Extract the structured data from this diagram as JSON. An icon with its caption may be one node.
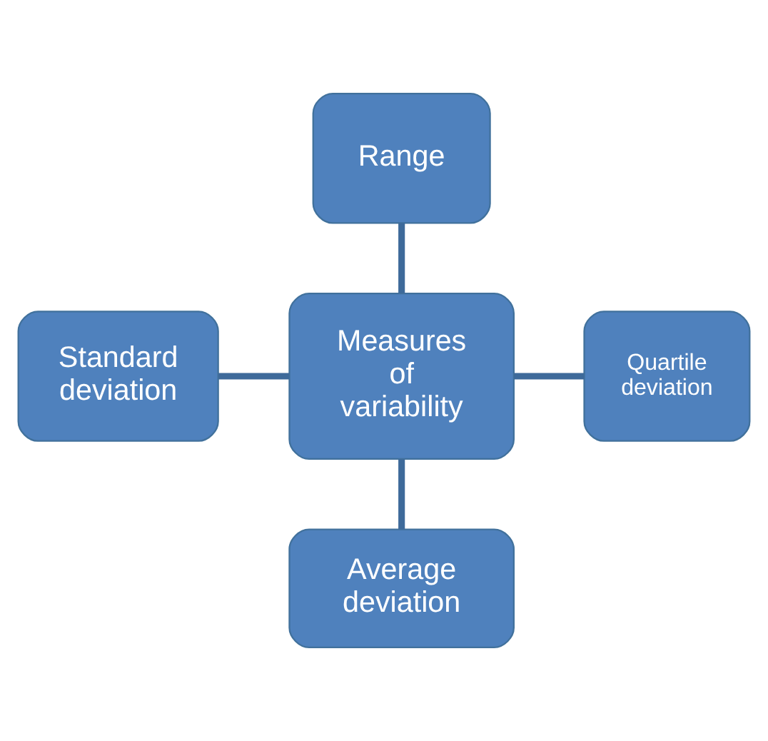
{
  "diagram": {
    "nodes": [
      {
        "text": [
          "Range"
        ]
      },
      {
        "text": [
          "Standard deviation"
        ]
      },
      {
        "text": [
          "Measures of variability"
        ]
      },
      {
        "text": [
          "Quartile deviation"
        ]
      },
      {
        "text": [
          "Average deviation"
        ]
      }
    ],
    "edges": [
      {
        "from": 0,
        "to": 2,
        "arrow": "none"
      },
      {
        "from": 1,
        "to": 2,
        "arrow": "none"
      },
      {
        "from": 2,
        "to": 3,
        "arrow": "none"
      },
      {
        "from": 2,
        "to": 4,
        "arrow": "none"
      }
    ]
  }
}
